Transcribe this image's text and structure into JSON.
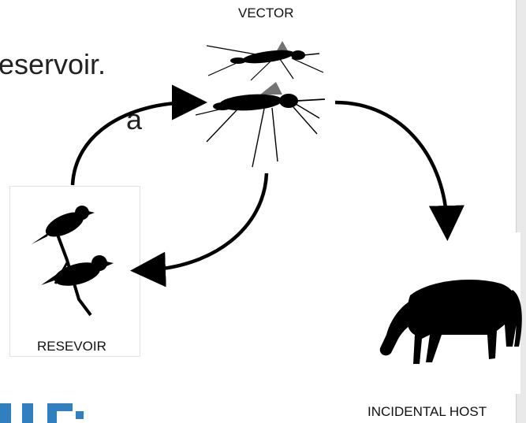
{
  "background_text": {
    "line1": "eservoir.",
    "line2": "a"
  },
  "labels": {
    "vector": "VECTOR",
    "reservoir": "RESEVOIR",
    "incidental_host": "INCIDENTAL HOST"
  },
  "colors": {
    "silhouette": "#000000",
    "arrow": "#000000",
    "logo_fragment": "#2f7fc1"
  },
  "icons": [
    "mosquito-icon",
    "birds-icon",
    "horse-icon",
    "arrow"
  ]
}
